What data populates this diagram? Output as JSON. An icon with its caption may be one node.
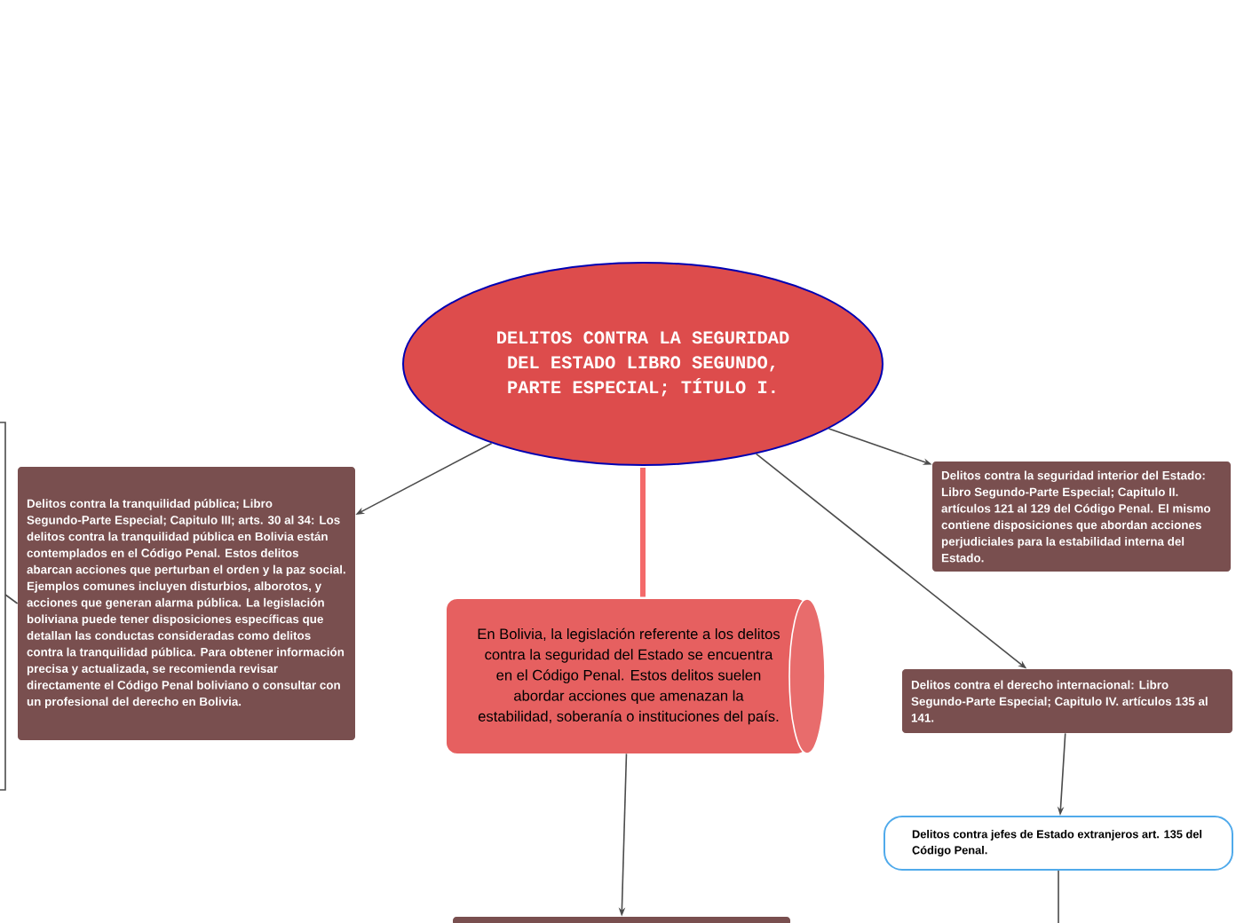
{
  "diagram": {
    "nodes": [
      {
        "text": [
          "DELITOS CONTRA LA SEGURIDAD DEL ESTADO LIBRO SEGUNDO, PARTE ESPECIAL; TÍTULO I."
        ]
      },
      {
        "text": [
          "Delitos contra la tranquilidad pública; Libro Segundo-Parte Especial; Capitulo III; arts. 30 al 34: Los delitos contra la tranquilidad pública en Bolivia están contemplados en el Código Penal. Estos delitos abarcan acciones que perturban el orden y la paz social. Ejemplos comunes incluyen disturbios, alborotos, y acciones que generan alarma pública. La legislación boliviana puede tener disposiciones específicas que detallan las conductas consideradas como delitos contra la tranquilidad pública. Para obtener información precisa y actualizada, se recomienda revisar directamente el Código Penal boliviano o consultar con un profesional del derecho en Bolivia."
        ]
      },
      {
        "text": [
          "Delitos contra la seguridad interior del Estado: Libro Segundo-Parte Especial; Capitulo II. artículos 121 al 129 del Código Penal.  El mismo contiene disposiciones que abordan acciones perjudiciales para la estabilidad interna del Estado."
        ]
      },
      {
        "text": [
          "En Bolivia, la legislación referente a los delitos contra la seguridad del Estado se encuentra en el Código Penal. Estos delitos suelen abordar acciones que amenazan la estabilidad, soberanía o instituciones del país."
        ]
      },
      {
        "text": [
          "Delitos contra el derecho internacional: Libro Segundo-Parte Especial; Capitulo IV. artículos 135 al 141."
        ]
      },
      {
        "text": [
          "Delitos contra jefes de Estado extranjeros art. 135 del Código Penal."
        ]
      },
      {
        "text": [],
        "shape": "box"
      }
    ],
    "edges": [
      {
        "from": 0,
        "to": 1,
        "arrow": "to"
      },
      {
        "from": 0,
        "to": 2,
        "arrow": "to"
      },
      {
        "from": 0,
        "to": 4,
        "arrow": "to"
      },
      {
        "from": 0,
        "to": 3,
        "arrow": "none",
        "style": "thick",
        "color": "#f46a6a"
      },
      {
        "from": 3,
        "to": 6,
        "arrow": "to"
      },
      {
        "from": 4,
        "to": 5,
        "arrow": "to"
      },
      {
        "from": 5,
        "to": null,
        "arrow": "none"
      },
      {
        "from": 1,
        "to": null,
        "arrow": "none"
      }
    ]
  }
}
